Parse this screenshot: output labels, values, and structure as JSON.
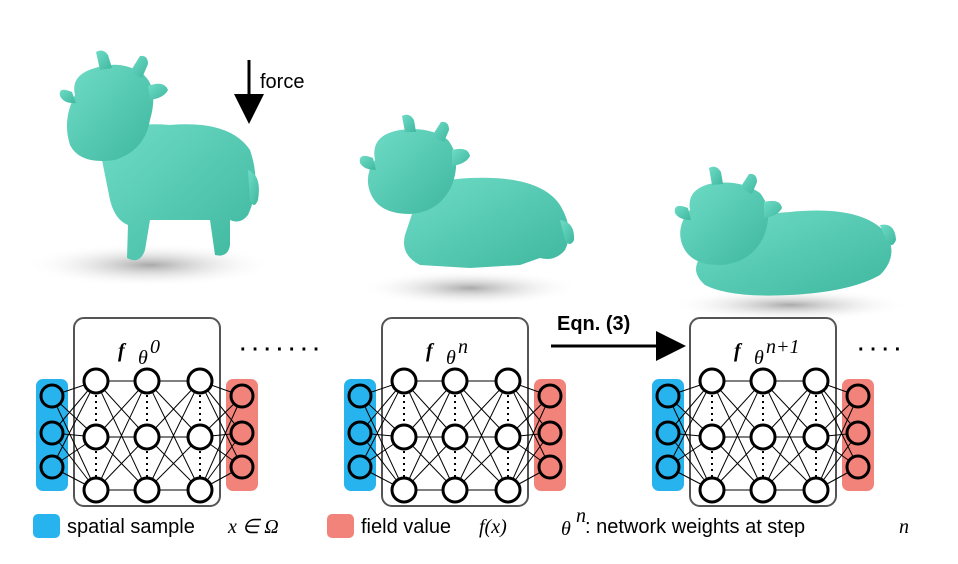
{
  "annotations": {
    "force_label": "force",
    "eqn_label": "Eqn. (3)"
  },
  "networks": [
    {
      "symbol": "f",
      "subscript": "θ",
      "superscript": "0"
    },
    {
      "symbol": "f",
      "subscript": "θ",
      "superscript": "n"
    },
    {
      "symbol": "f",
      "subscript": "θ",
      "superscript": "n+1"
    }
  ],
  "ellipsis": "· · · · · · ·",
  "ellipsis_short": "· · · ·",
  "legend": {
    "input_label": "spatial sample",
    "input_math": "x ∈ Ω",
    "output_label": "field value",
    "output_math": "f(x)",
    "theta_math": "θ",
    "theta_sup": "n",
    "theta_text": ": network weights at step",
    "theta_step": "n"
  },
  "colors": {
    "input_node_fill": "#27b4ee",
    "output_node_fill": "#f2837b",
    "mesh_color": "#5ccdb8",
    "shadow": "#c8c8c8"
  }
}
